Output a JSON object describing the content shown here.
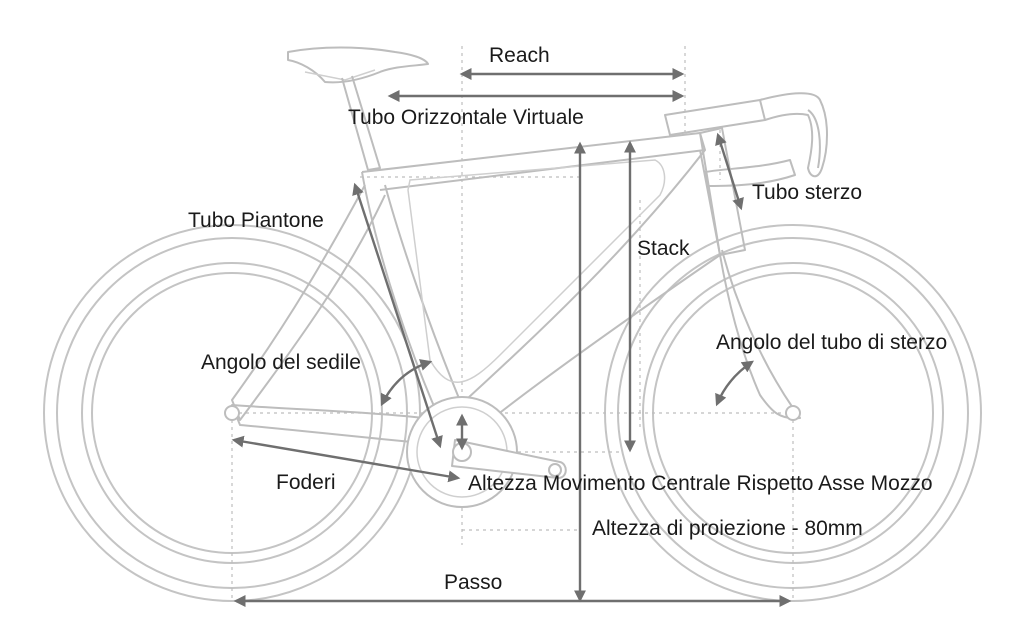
{
  "labels": {
    "reach": "Reach",
    "virtual_top_tube": "Tubo Orizzontale Virtuale",
    "head_tube": "Tubo sterzo",
    "seat_tube": "Tubo Piantone",
    "stack": "Stack",
    "head_tube_angle": "Angolo del tubo di sterzo",
    "seat_angle": "Angolo del sedile",
    "chainstays": "Foderi",
    "bb_drop": "Altezza Movimento Centrale Rispetto Asse Mozzo",
    "projection_height": "Altezza di proiezione - 80mm",
    "wheelbase": "Passo"
  },
  "colors": {
    "frame_line": "#bdbdbd",
    "arrow": "#6f6f6f",
    "text": "#1a1a1a"
  }
}
